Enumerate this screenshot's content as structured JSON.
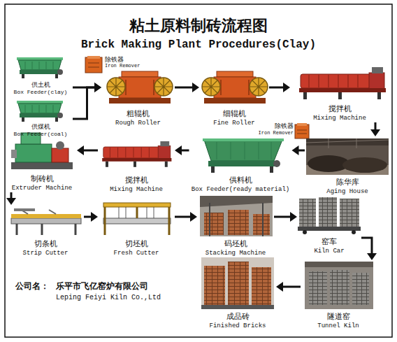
{
  "diagram": {
    "title": "粘土原料制砖流程图",
    "nodes": [
      {
        "text": [
          "供土机",
          "Box Feeder(clay)"
        ]
      },
      {
        "text": [
          "供煤机",
          "Box Feeder(coal)"
        ]
      },
      {
        "text": [
          "粗辊机",
          "Rough Roller"
        ]
      },
      {
        "text": [
          "细辊机",
          "Fine Roller"
        ]
      },
      {
        "text": [
          "搅拌机",
          "Mixing Machine"
        ]
      },
      {
        "text": [
          "陈华库",
          "Aging House"
        ]
      },
      {
        "text": [
          "供料机",
          "Box Feeder(ready material)"
        ]
      },
      {
        "text": [
          "搅拌机",
          "Mixing Machine"
        ]
      },
      {
        "text": [
          "制砖机",
          "Extruder Machine"
        ]
      },
      {
        "text": [
          "切条机",
          "Strip Cutter"
        ]
      },
      {
        "text": [
          "切坯机",
          "Fresh Cutter"
        ]
      },
      {
        "text": [
          "码坯机",
          "Stacking Machine"
        ]
      },
      {
        "text": [
          "窑车",
          "Kiln Car"
        ]
      },
      {
        "text": [
          "隧道窑",
          "Tunnel Kiln"
        ]
      },
      {
        "text": [
          "成品砖",
          "Finished Bricks"
        ]
      }
    ],
    "edges": [
      {
        "from": 0,
        "to": 2,
        "arrow": "to"
      },
      {
        "from": 1,
        "to": 2,
        "arrow": "to"
      },
      {
        "from": 2,
        "to": 3,
        "arrow": "to"
      },
      {
        "from": 3,
        "to": 4,
        "arrow": "to"
      },
      {
        "from": 4,
        "to": 5,
        "arrow": "to"
      },
      {
        "from": 5,
        "to": 6,
        "arrow": "to"
      },
      {
        "from": 6,
        "to": 7,
        "arrow": "to"
      },
      {
        "from": 7,
        "to": 8,
        "arrow": "to"
      },
      {
        "from": 8,
        "to": 9,
        "arrow": "to"
      },
      {
        "from": 9,
        "to": 10,
        "arrow": "to"
      },
      {
        "from": 10,
        "to": 11,
        "arrow": "to"
      },
      {
        "from": 11,
        "to": 12,
        "arrow": "to"
      },
      {
        "from": 12,
        "to": 13,
        "arrow": "to"
      },
      {
        "from": 13,
        "to": 14,
        "arrow": "to"
      }
    ],
    "labels": [
      "Brick Making Plant Procedures(Clay)",
      "除铁器",
      "Iron Remover",
      "除铁器",
      "Iron Remover",
      "公司名：",
      "乐平市飞亿窑炉有限公司",
      "Leping Feiyi Kiln Co.,Ltd"
    ]
  }
}
